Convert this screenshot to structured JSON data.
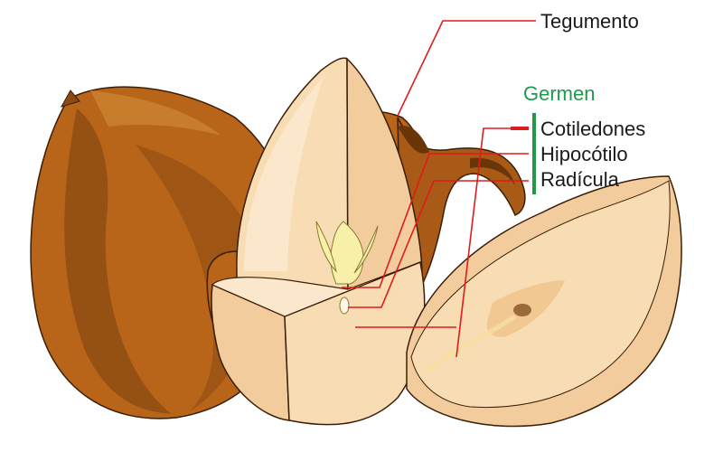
{
  "diagram": {
    "labels": {
      "tegumento": "Tegumento",
      "germen": "Germen",
      "cotiledones": "Cotiledones",
      "hipocotilo": "Hipocótilo",
      "radicula": "Radícula"
    },
    "colors": {
      "shell_dark": "#8a4a12",
      "shell_mid": "#b8651a",
      "shell_light": "#c9802e",
      "seed_inner": "#f8dcb4",
      "seed_light": "#fbe8cc",
      "embryo": "#f6f0a8",
      "leader_line": "#e01b1b",
      "germen_bracket": "#1f9a4a"
    }
  }
}
